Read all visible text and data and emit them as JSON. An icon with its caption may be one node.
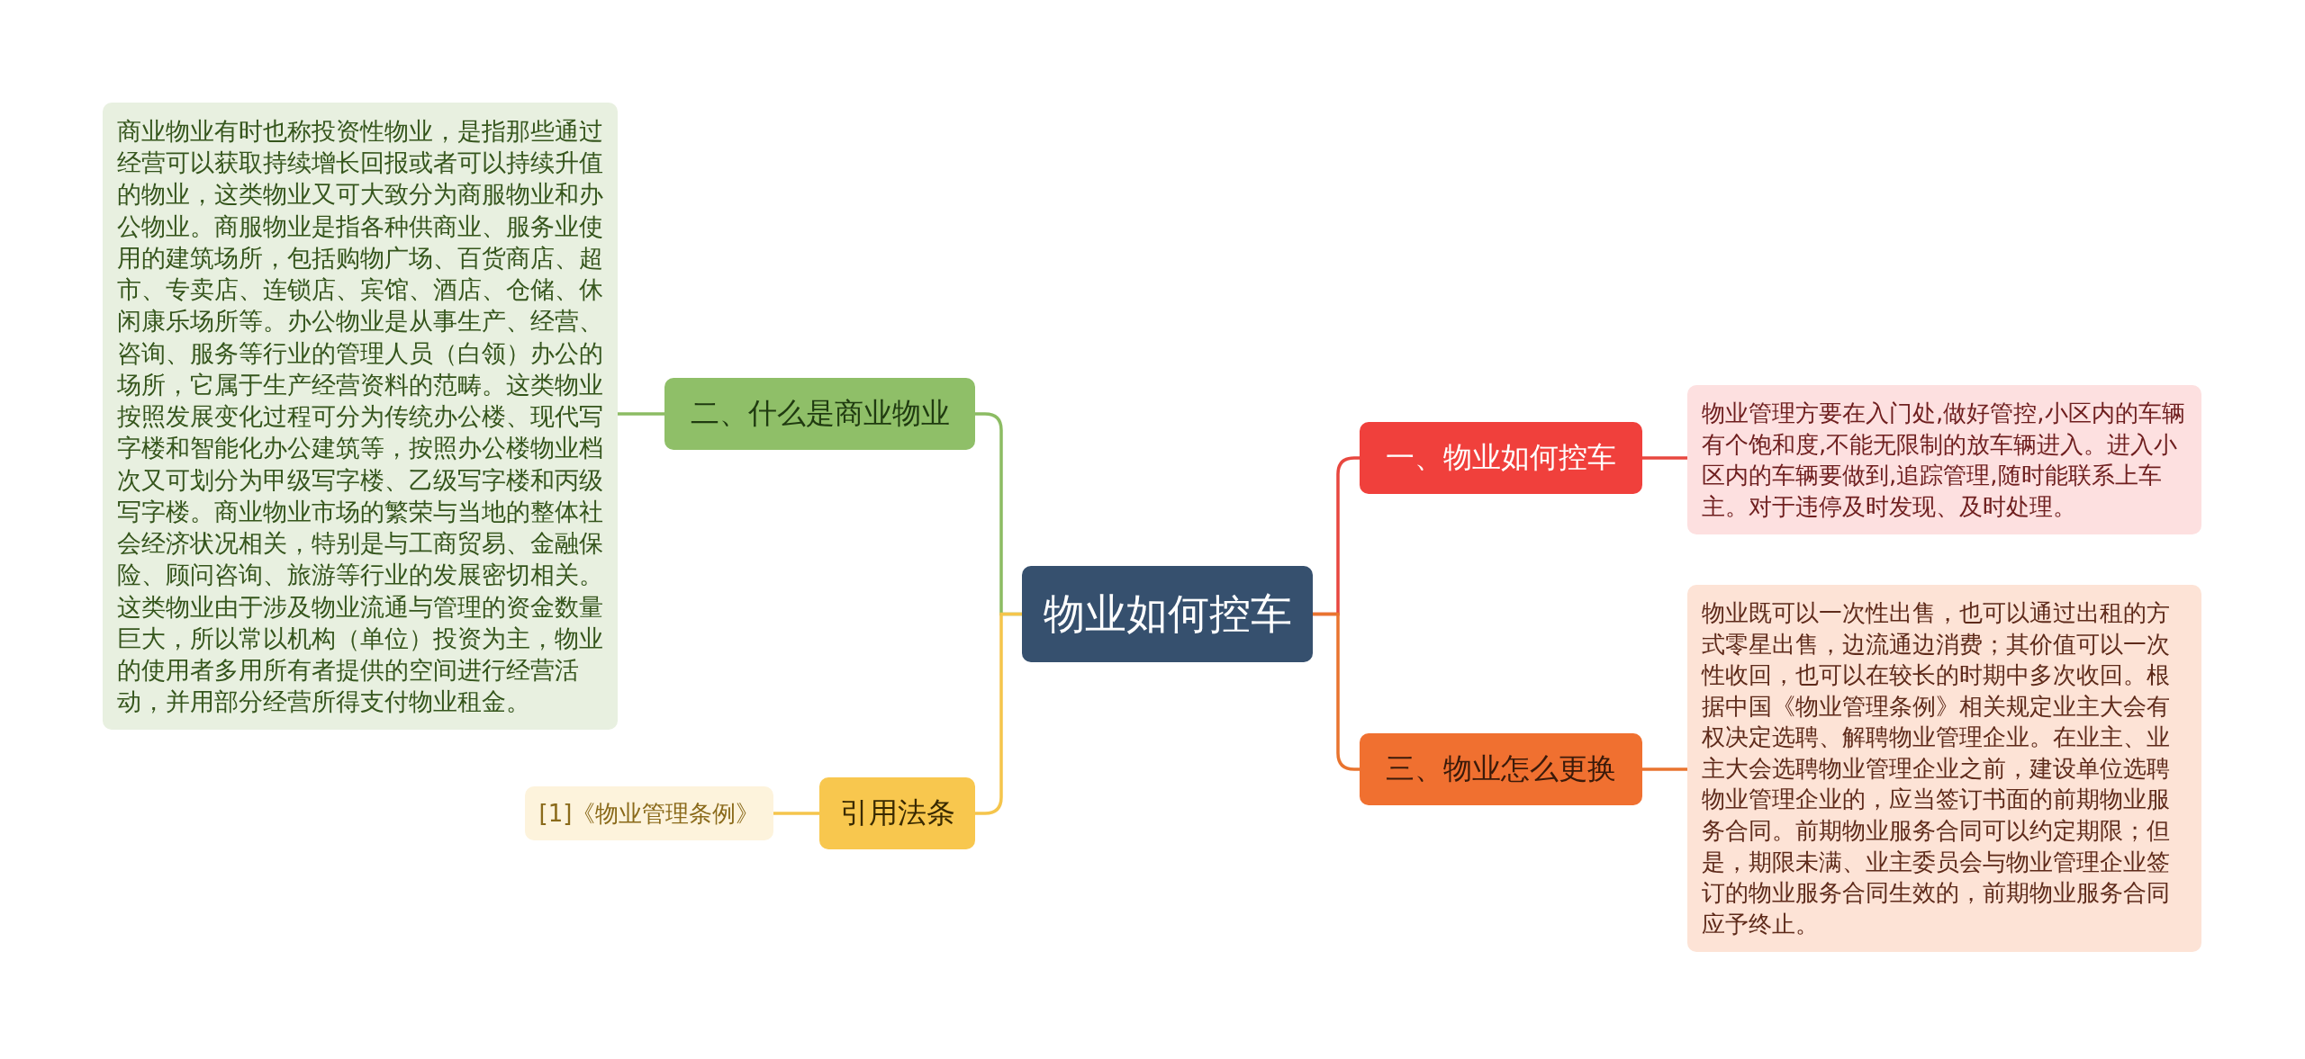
{
  "diagram": {
    "nodes": [
      {
        "text": [
          "物业如何控车"
        ]
      },
      {
        "text": [
          "一、物业如何控车"
        ]
      },
      {
        "text": [
          "物业管理方要在入门处,做好管控,小区内的车辆有个饱和度,不能无限制的放车辆进入。进入小区内的车辆要做到,追踪管理,随时能联系上车主。对于违停及时发现、及时处理。"
        ]
      },
      {
        "text": [
          "三、物业怎么更换"
        ]
      },
      {
        "text": [
          "物业既可以一次性出售，也可以通过出租的方式零星出售，边流通边消费；其价值可以一次性收回，也可以在较长的时期中多次收回。根据中国《物业管理条例》相关规定业主大会有权决定选聘、解聘物业管理企业。在业主、业主大会选聘物业管理企业之前，建设单位选聘物业管理企业的，应当签订书面的前期物业服务合同。前期物业服务合同可以约定期限；但是，期限未满、业主委员会与物业管理企业签订的物业服务合同生效的，前期物业服务合同应予终止。"
        ]
      },
      {
        "text": [
          "二、什么是商业物业"
        ]
      },
      {
        "text": [
          "商业物业有时也称投资性物业，是指那些通过经营可以获取持续增长回报或者可以持续升值的物业，这类物业又可大致分为商服物业和办公物业。商服物业是指各种供商业、服务业使用的建筑场所，包括购物广场、百货商店、超市、专卖店、连锁店、宾馆、酒店、仓储、休闲康乐场所等。办公物业是从事生产、经营、咨询、服务等行业的管理人员（白领）办公的场所，它属于生产经营资料的范畴。这类物业按照发展变化过程可分为传统办公楼、现代写字楼和智能化办公建筑等，按照办公楼物业档次又可划分为甲级写字楼、乙级写字楼和丙级写字楼。商业物业市场的繁荣与当地的整体社会经济状况相关，特别是与工商贸易、金融保险、顾问咨询、旅游等行业的发展密切相关。这类物业由于涉及物业流通与管理的资金数量巨大，所以常以机构（单位）投资为主，物业的使用者多用所有者提供的空间进行经营活动，并用部分经营所得支付物业租金。"
        ]
      },
      {
        "text": [
          "引用法条"
        ]
      },
      {
        "text": [
          "[1]《物业管理条例》"
        ]
      }
    ],
    "edges": [
      {
        "from": 0,
        "to": 1,
        "arrow": "none",
        "color": "#e8473f"
      },
      {
        "from": 1,
        "to": 2,
        "arrow": "none",
        "color": "#e8473f"
      },
      {
        "from": 0,
        "to": 3,
        "arrow": "none",
        "color": "#e9742f"
      },
      {
        "from": 3,
        "to": 4,
        "arrow": "none",
        "color": "#e9742f"
      },
      {
        "from": 0,
        "to": 5,
        "arrow": "none",
        "color": "#8cbc63"
      },
      {
        "from": 5,
        "to": 6,
        "arrow": "none",
        "color": "#8cbc63"
      },
      {
        "from": 0,
        "to": 7,
        "arrow": "none",
        "color": "#f5c54c"
      },
      {
        "from": 7,
        "to": 8,
        "arrow": "none",
        "color": "#f5c54c"
      }
    ]
  }
}
